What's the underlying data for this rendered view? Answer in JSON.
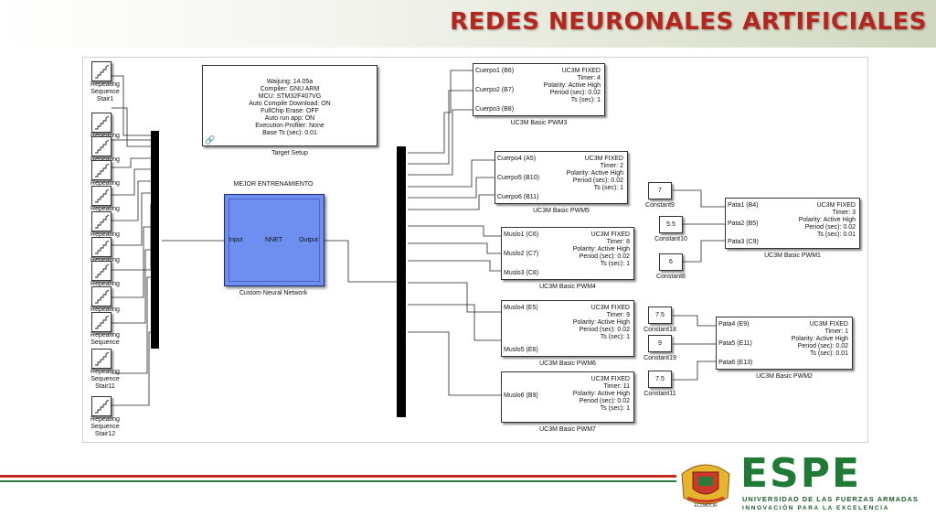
{
  "header": {
    "title": "REDES NEURONALES ARTIFICIALES",
    "title_color": "#b5261e"
  },
  "repeating": [
    {
      "caption": [
        "Repeating",
        "Sequence",
        "Stair1"
      ]
    },
    {
      "caption": [
        "Repeating",
        "S"
      ]
    },
    {
      "caption": [
        "Repeating",
        "S"
      ]
    },
    {
      "caption": [
        "Repeating",
        "S"
      ]
    },
    {
      "caption": [
        "Repeating",
        "S"
      ]
    },
    {
      "caption": [
        "Repeating",
        "S"
      ]
    },
    {
      "caption": [
        "Repeating",
        "S"
      ]
    },
    {
      "caption": [
        "Repeating",
        "S"
      ]
    },
    {
      "caption": [
        "Repeating",
        "S"
      ]
    },
    {
      "caption": [
        "Repeating",
        "Sequence"
      ]
    },
    {
      "caption": [
        "Repeating",
        "Sequence",
        "Stair11"
      ]
    },
    {
      "caption": [
        "Repeating",
        "Sequence",
        "Stair12"
      ]
    }
  ],
  "target_setup": {
    "lines": [
      "Waijung: 14.05a",
      "Compiler: GNU ARM",
      "MCU: STM32F407VG",
      "Auto Compile Download: ON",
      "FullChip Erase: OFF",
      "Auto run app: ON",
      "Execution Profiler: None",
      "Base Ts (sec): 0.01"
    ],
    "caption": "Target Setup"
  },
  "nnet": {
    "header": "MEJOR ENTRENAMIENTO",
    "input": "Input",
    "label": "NNET",
    "output": "Output",
    "caption": "Custom Neural Network",
    "color": "#6f8ff0"
  },
  "pwm": [
    {
      "id": "pwm3",
      "ports": [
        "Cuerpo1 (B6)",
        "Cuerpo2 (B7)",
        "Cuerpo3 (B8)"
      ],
      "info": [
        "UC3M FIXED",
        "Timer: 4",
        "Polarity: Active High",
        "Period (sec): 0.02",
        "Ts (sec): 1"
      ],
      "caption": "UC3M Basic PWM3"
    },
    {
      "id": "pwm5",
      "ports": [
        "Cuerpo4  (A5)",
        "Cuerpo5  (B10)",
        "Cuerpo6  (B11)"
      ],
      "info": [
        "UC3M FIXED",
        "Timer: 2",
        "Polarity: Active High",
        "Period (sec): 0.02",
        "Ts (sec): 1"
      ],
      "caption": "UC3M Basic PWM5"
    },
    {
      "id": "pwm4",
      "ports": [
        "Muslo1  (C6)",
        "Muslo2  (C7)",
        "Muslo3  (C8)"
      ],
      "info": [
        "UC3M FIXED",
        "Timer: 8",
        "Polarity: Active High",
        "Period (sec): 0.02",
        "Ts (sec): 1"
      ],
      "caption": "UC3M Basic PWM4"
    },
    {
      "id": "pwm6",
      "ports": [
        "Muslo4  (E5)",
        "Muslo5  (E6)"
      ],
      "info": [
        "UC3M FIXED",
        "Timer: 9",
        "Polarity: Active High",
        "Period (sec): 0.02",
        "Ts (sec): 1"
      ],
      "caption": "UC3M Basic PWM6"
    },
    {
      "id": "pwm7",
      "ports": [
        "Muslo6  (B9)"
      ],
      "info": [
        "UC3M FIXED",
        "Timer: 11",
        "Polarity: Active High",
        "Period (sec): 0.02",
        "Ts (sec): 1"
      ],
      "caption": "UC3M Basic PWM7"
    },
    {
      "id": "pwm1",
      "ports": [
        "Pata1  (B4)",
        "Pata2  (B5)",
        "Pata3  (C9)"
      ],
      "info": [
        "UC3M FIXED",
        "Timer: 3",
        "Polarity: Active High",
        "Period (sec): 0.02",
        "Ts (sec): 0.01"
      ],
      "caption": "UC3M Basic PWM1"
    },
    {
      "id": "pwm2",
      "ports": [
        "Pata4  (E9)",
        "Pata5  (E11)",
        "Pata6  (E13)"
      ],
      "info": [
        "UC3M FIXED",
        "Timer: 1",
        "Polarity: Active High",
        "Period (sec): 0.02",
        "Ts (sec): 0.01"
      ],
      "caption": "UC3M Basic PWM2"
    }
  ],
  "constants": [
    {
      "value": "7",
      "caption": "Constant9"
    },
    {
      "value": "5.5",
      "caption": "Constant10"
    },
    {
      "value": "6",
      "caption": "Constant8"
    },
    {
      "value": "7.5",
      "caption": "Constant18"
    },
    {
      "value": "9",
      "caption": "Constant19"
    },
    {
      "value": "7.5",
      "caption": "Constant11"
    }
  ],
  "footer": {
    "brand": "ESPE",
    "line1": "UNIVERSIDAD DE LAS FUERZAS ARMADAS",
    "line2": "INNOVACIÓN PARA LA EXCELENCIA",
    "seal_text": "ECUADOR",
    "brand_color": "#1f7a35",
    "accent_red": "#c32b22"
  }
}
